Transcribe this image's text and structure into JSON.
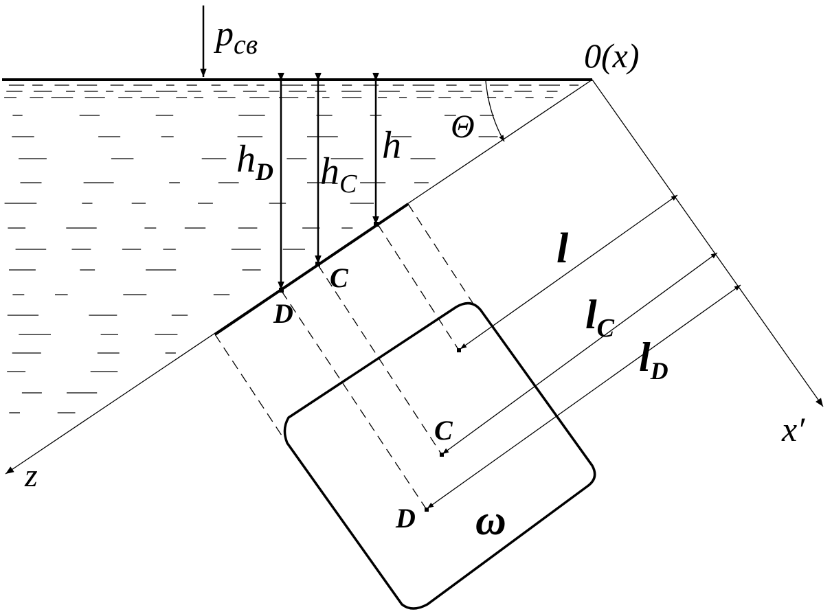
{
  "labels": {
    "pressure_main": "p",
    "pressure_sub": "св",
    "origin": "0(x)",
    "theta": "Θ",
    "h": "h",
    "hc_main": "h",
    "hc_sub": "C",
    "hd_main": "h",
    "hd_sub": "D",
    "point_c_wall": "C",
    "point_d_wall": "D",
    "point_c_plane": "C",
    "point_d_plane": "D",
    "l": "l",
    "lc_main": "l",
    "lc_sub": "C",
    "ld_main": "l",
    "ld_sub": "D",
    "omega": "ω",
    "axis_z": "z",
    "axis_x_prime": "x′"
  },
  "colors": {
    "ink": "#000000",
    "background": "#ffffff"
  }
}
